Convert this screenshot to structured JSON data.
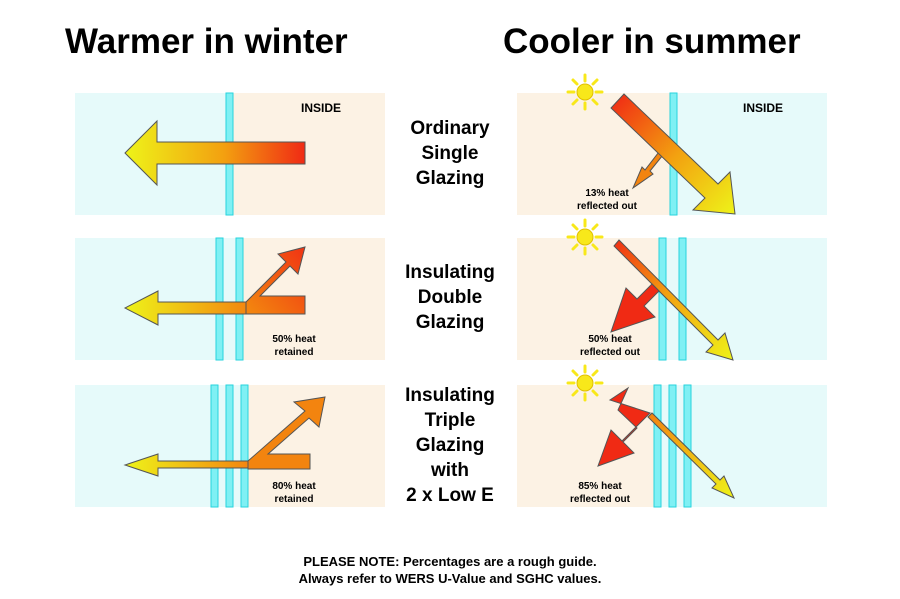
{
  "headings": {
    "winter": "Warmer in winter",
    "summer": "Cooler in summer"
  },
  "panel_inside_label": "INSIDE",
  "rows": [
    {
      "label_lines": [
        "Ordinary",
        "Single",
        "Glazing"
      ],
      "panes": 1,
      "winter_caption": [
        "",
        ""
      ],
      "summer_caption": [
        "13% heat",
        "reflected out"
      ],
      "winter_retained_percent": 0,
      "summer_reflected_percent": 13
    },
    {
      "label_lines": [
        "Insulating",
        "Double",
        "Glazing"
      ],
      "panes": 2,
      "winter_caption": [
        "50% heat",
        "retained"
      ],
      "summer_caption": [
        "50% heat",
        "reflected out"
      ],
      "winter_retained_percent": 50,
      "summer_reflected_percent": 50
    },
    {
      "label_lines": [
        "Insulating",
        "Triple",
        "Glazing",
        "with",
        "2 x Low E"
      ],
      "panes": 3,
      "winter_caption": [
        "80% heat",
        "retained"
      ],
      "summer_caption": [
        "85% heat",
        "reflected out"
      ],
      "winter_retained_percent": 80,
      "summer_reflected_percent": 85
    }
  ],
  "note_lines": [
    "PLEASE NOTE: Percentages are a rough guide.",
    "Always refer to WERS U-Value and SGHC values."
  ],
  "colors": {
    "outside_panel": "#e6fafa",
    "inside_panel": "#fcf2e4",
    "glass": "#7ff0f4",
    "glass_stroke": "#27d3dd",
    "arrow_hot": "#f02a14",
    "arrow_warm": "#f3a010",
    "arrow_cool": "#eef419",
    "sun": "#f8e81a"
  }
}
